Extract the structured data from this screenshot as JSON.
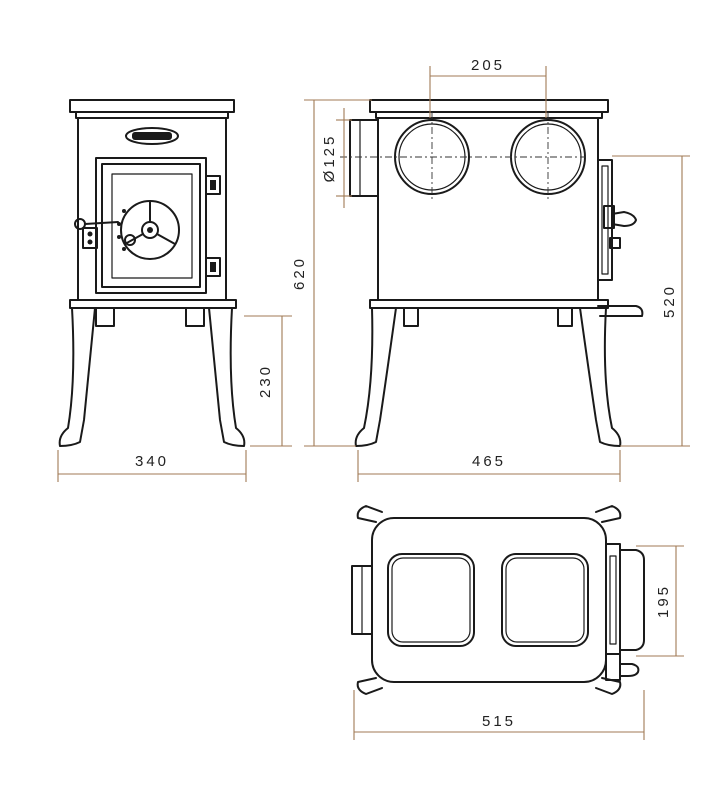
{
  "dimensions": {
    "front_width": "340",
    "leg_height": "230",
    "overall_height": "620",
    "flue_diameter": "Ø125",
    "flue_spacing": "205",
    "side_height": "520",
    "side_depth": "465",
    "plan_depth": "515",
    "door_handle_spacing": "195"
  },
  "colors": {
    "line": "#1a1a1a",
    "dimension_line": "#a07a55"
  }
}
